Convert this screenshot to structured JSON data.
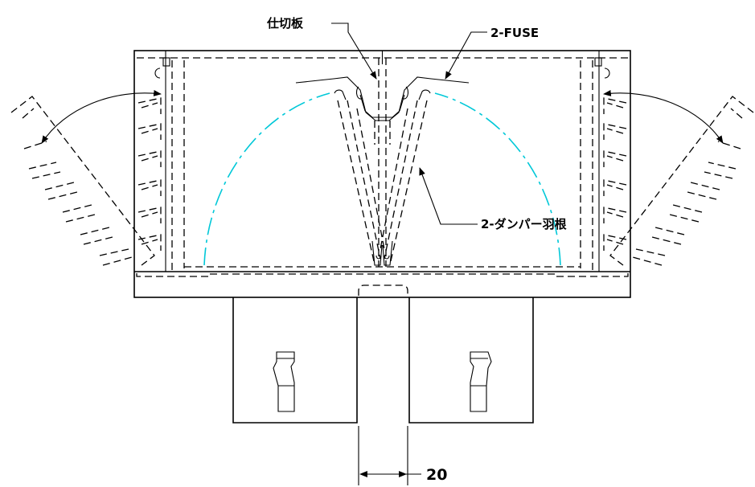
{
  "labels": {
    "partition_plate": "仕切板",
    "fuse": "2-FUSE",
    "damper_blades": "2-ダンパー羽根",
    "dimension_gap": "20"
  }
}
